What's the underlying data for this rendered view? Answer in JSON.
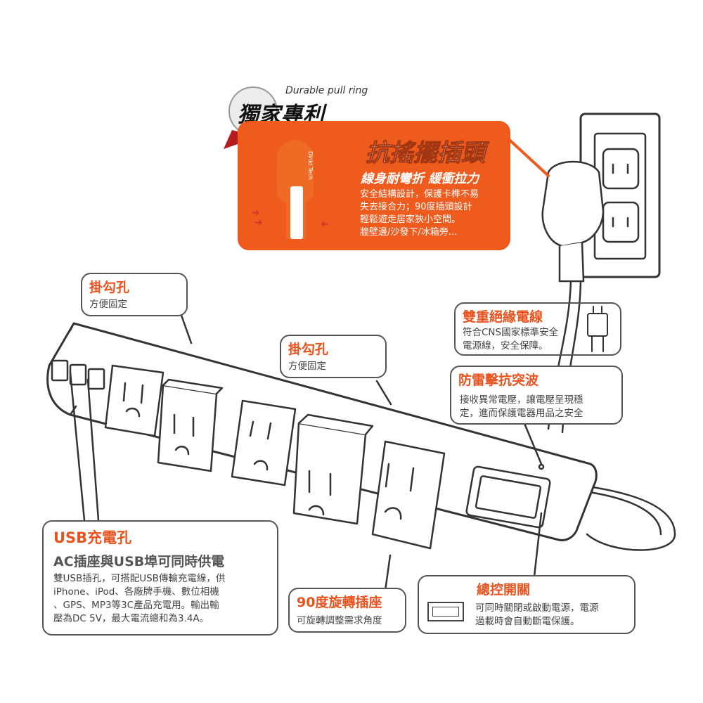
{
  "header": {
    "tag_en": "Durable pull ring",
    "tag_cn": "獨家專利"
  },
  "pull_panel": {
    "title": "抗搖擺插頭",
    "subtitle": "線身耐彎折 緩衝拉力",
    "lines": [
      "安全結構設計，保護卡榫不易",
      "失去接合力；90度插頭設計",
      "輕鬆遊走居家狹小空間。",
      "牆壁邊/沙發下/冰箱旁..."
    ],
    "plug_brand": "Dinkl Tech"
  },
  "hook_left": {
    "title": "掛勾孔",
    "desc": "方便固定"
  },
  "hook_mid": {
    "title": "掛勾孔",
    "desc": "方便固定"
  },
  "insulated_cord": {
    "title": "雙重絕緣電線",
    "lines": [
      "符合CNS國家標準安全",
      "電源線，安全保障。"
    ]
  },
  "surge": {
    "title": "防雷擊抗突波",
    "lines": [
      "接收異常電壓，讓電壓呈現穩",
      "定，進而保護電器用品之安全"
    ]
  },
  "usb": {
    "title": "USB充電孔",
    "subtitle": "AC插座與USB埠可同時供電",
    "lines": [
      "雙USB插孔，可搭配USB傳輸充電線，供",
      "iPhone、iPod、各廠牌手機、數位相機",
      "、GPS、MP3等3C產品充電用。輸出輸",
      "壓為DC 5V，最大電流總和為3.4A。"
    ]
  },
  "rotate": {
    "title": "90度旋轉插座",
    "desc": "可旋轉調整需求角度"
  },
  "switch": {
    "title": "總控開關",
    "lines": [
      "可同時關閉或啟動電源，電源",
      "過載時會自動斷電保護。"
    ]
  },
  "colors": {
    "accent": "#e8531f",
    "orange_panel": "#ef5a1d",
    "outline": "#555555"
  }
}
